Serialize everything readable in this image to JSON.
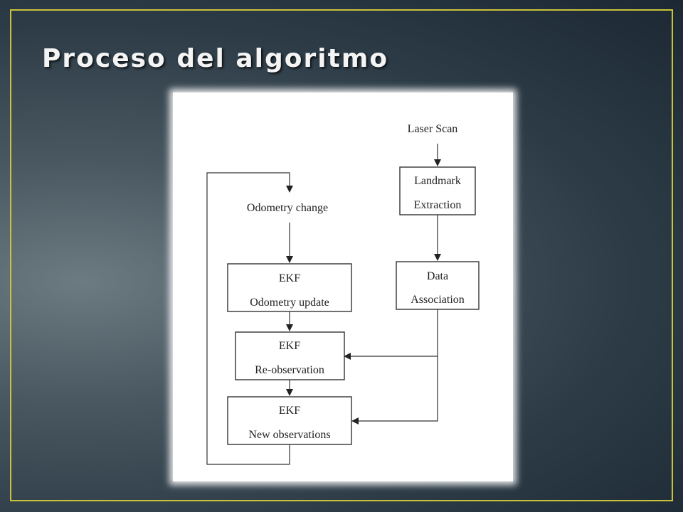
{
  "slide": {
    "title": "Proceso del algoritmo"
  },
  "diagram": {
    "laser_scan": "Laser Scan",
    "landmark_extraction": {
      "line1": "Landmark",
      "line2": "Extraction"
    },
    "data_association": {
      "line1": "Data",
      "line2": "Association"
    },
    "odometry_change": "Odometry change",
    "ekf_odometry_update": {
      "line1": "EKF",
      "line2": "Odometry update"
    },
    "ekf_reobservation": {
      "line1": "EKF",
      "line2": "Re-observation"
    },
    "ekf_new_observations": {
      "line1": "EKF",
      "line2": "New observations"
    }
  },
  "colors": {
    "frame_border": "#cbc23c",
    "title_text": "#f4f4f4",
    "background_dark": "#1c2833",
    "background_light": "#6c7a82"
  }
}
